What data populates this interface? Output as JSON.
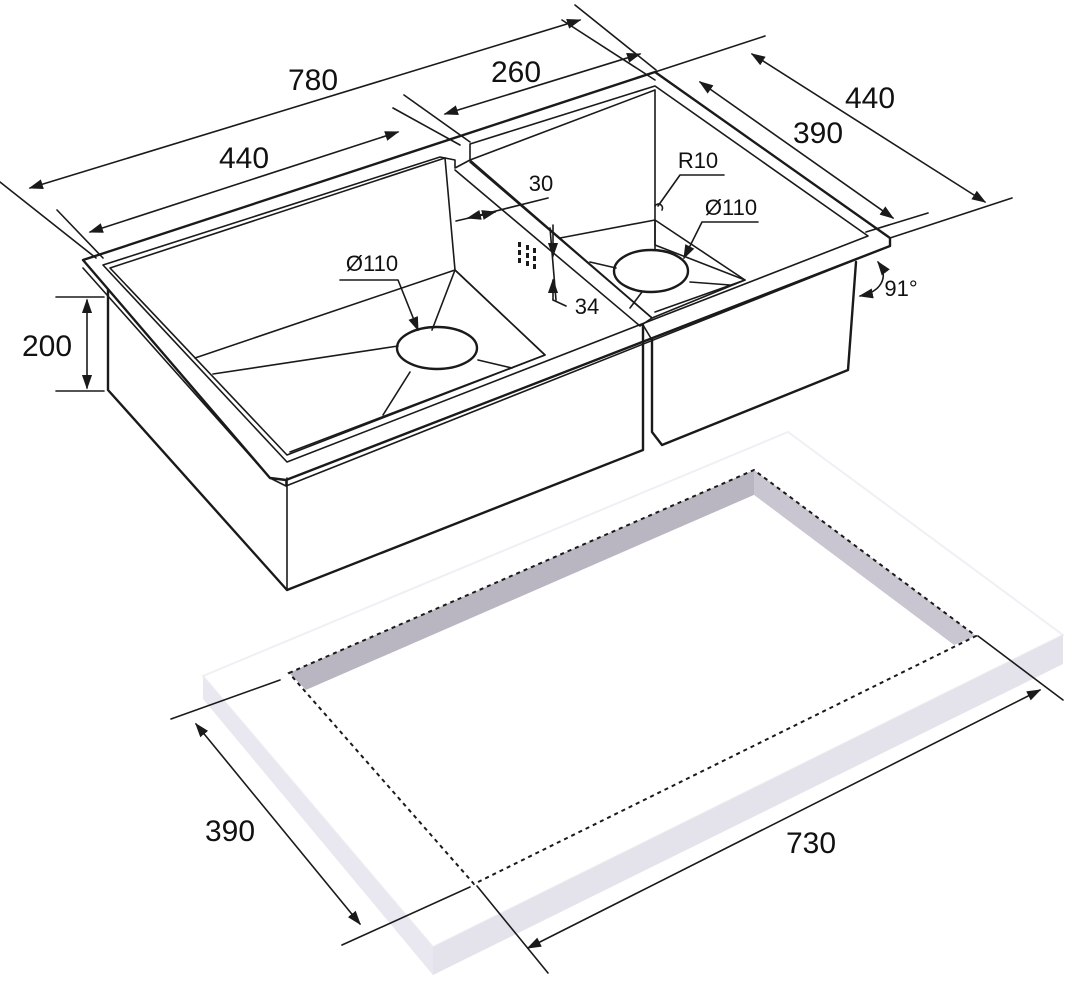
{
  "labels": {
    "overall_length": "780",
    "left_bowl_length": "440",
    "right_bowl_length": "260",
    "overall_width": "440",
    "bowl_width": "390",
    "depth": "200",
    "divider": "30",
    "overflow_height": "34",
    "corner_radius": "R10",
    "drain_left": "Ø110",
    "drain_right": "Ø110",
    "angle": "91°",
    "cutout_width": "390",
    "cutout_length": "730"
  },
  "colors": {
    "line": "#1a1a1a",
    "countertop_top": "#ffffff",
    "countertop_edge": "#e8e6ee",
    "countertop_cut_side": "#b9b6c1"
  }
}
